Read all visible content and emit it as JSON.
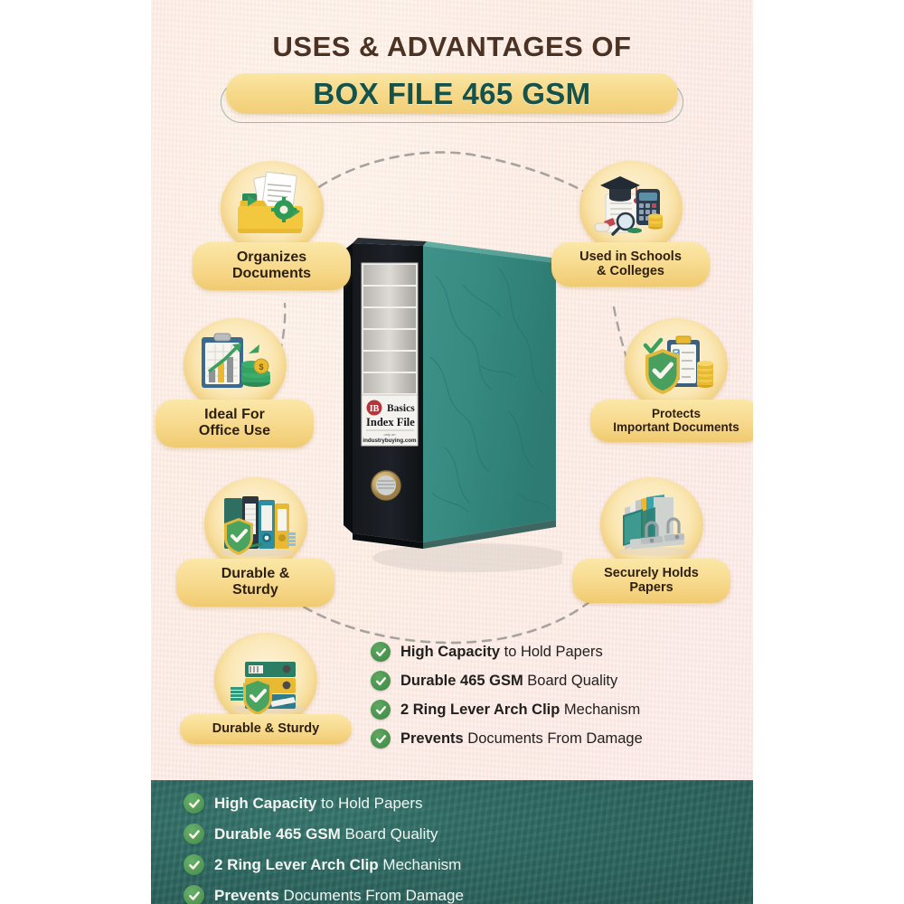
{
  "poster": {
    "title_top": "USES & ADVANTAGES OF",
    "title_banner": "BOX FILE 465 GSM",
    "accent_yellow": "#f6d98a",
    "accent_green": "#15524a",
    "title_brown": "#4c3222",
    "panel_green": "#2c665f"
  },
  "features": [
    {
      "id": "organizes-documents",
      "line1": "Organizes",
      "line2": "Documents",
      "icon": "folder-documents-gear-icon"
    },
    {
      "id": "ideal-for-office-use",
      "line1": "Ideal For",
      "line2": "Office Use",
      "icon": "clipboard-chart-money-icon"
    },
    {
      "id": "durable-and-sturdy",
      "line1": "Durable &",
      "line2": "Sturdy",
      "icon": "binders-shield-icon"
    },
    {
      "id": "durable-and-sturdy-2",
      "line1": "Durable & Sturdy",
      "line2": "",
      "icon": "stacked-binders-shield-icon"
    },
    {
      "id": "used-in-schools-and-colleges",
      "line1": "Used in Schools",
      "line2": "& Colleges",
      "icon": "graduation-calculator-icon"
    },
    {
      "id": "protects-important-documents",
      "line1": "Protects",
      "line2": "Important Documents",
      "icon": "shield-checklist-coins-icon"
    },
    {
      "id": "securely-holds-papers",
      "line1": "Securely Holds",
      "line2": "Papers",
      "icon": "file-holder-ring-clip-icon"
    }
  ],
  "product_label": {
    "logo_text": "IB",
    "brand": "Basics",
    "name": "Index File",
    "website": "industrybuying.com",
    "tagline": "only on"
  },
  "bullets": [
    {
      "bold": "High Capacity",
      "rest": " to Hold Papers"
    },
    {
      "bold": "Durable 465 GSM",
      "rest": " Board Quality"
    },
    {
      "bold": "2 Ring Lever Arch Clip",
      "rest": " Mechanism"
    },
    {
      "bold": "Prevents",
      "rest": " Documents From Damage"
    }
  ],
  "bullets_footer": [
    {
      "bold": "High Capacity",
      "rest": " to Hold Papers"
    },
    {
      "bold": "Durable 465 GSM",
      "rest": " Board Quality"
    },
    {
      "bold": "2 Ring Lever Arch Clip",
      "rest": " Mechanism"
    },
    {
      "bold": "Prevents",
      "rest": " Documents From Damage"
    }
  ]
}
